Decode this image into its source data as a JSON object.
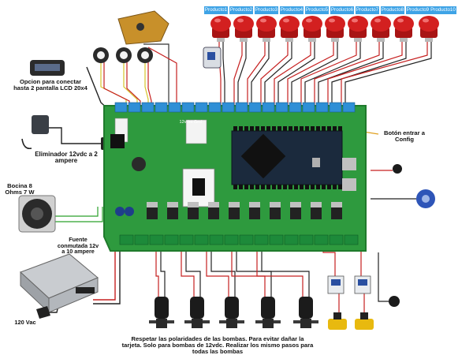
{
  "product_labels": [
    "Producto1",
    "Producto2",
    "Producto3",
    "Producto4",
    "Producto5",
    "Producto6",
    "Producto7",
    "Producto8",
    "Producto9",
    "Producto10"
  ],
  "labels": {
    "lcd_option": "Opcion para conectar hasta 2 pantalla LCD 20x4",
    "power_adapter": "Eliminador 12vdc a 2 ampere",
    "speaker": "Bocina 8 Ohms 7 W",
    "psu": "Fuente conmutada 12v a 10 ampere",
    "mains": "120 Vac",
    "config_button": "Botón entrar a Config",
    "board_12v_gnd": "12v Int Gnd",
    "pump_note": "Respetar las polaridades de las bombas. Para evitar dañar la tarjeta. Solo para bombas de 12vdc. Realizar los mismo pasos para todas las bombas"
  },
  "colors": {
    "pcb": "#2e9a3e",
    "pcb_dark": "#1f7a2c",
    "button_red": "#d32020",
    "terminal_blue": "#2f8fd6",
    "terminal_green": "#1d8a3a",
    "label_blue": "#3ea3e6"
  },
  "icons": [
    "coin-acceptor-icon",
    "push-button-icon",
    "lcd-module-icon",
    "power-adapter-icon",
    "speaker-icon",
    "power-supply-icon",
    "mains-plug-icon",
    "pump-icon",
    "relay-icon",
    "solenoid-valve-icon",
    "flow-sensor-icon",
    "sensor-icon"
  ]
}
